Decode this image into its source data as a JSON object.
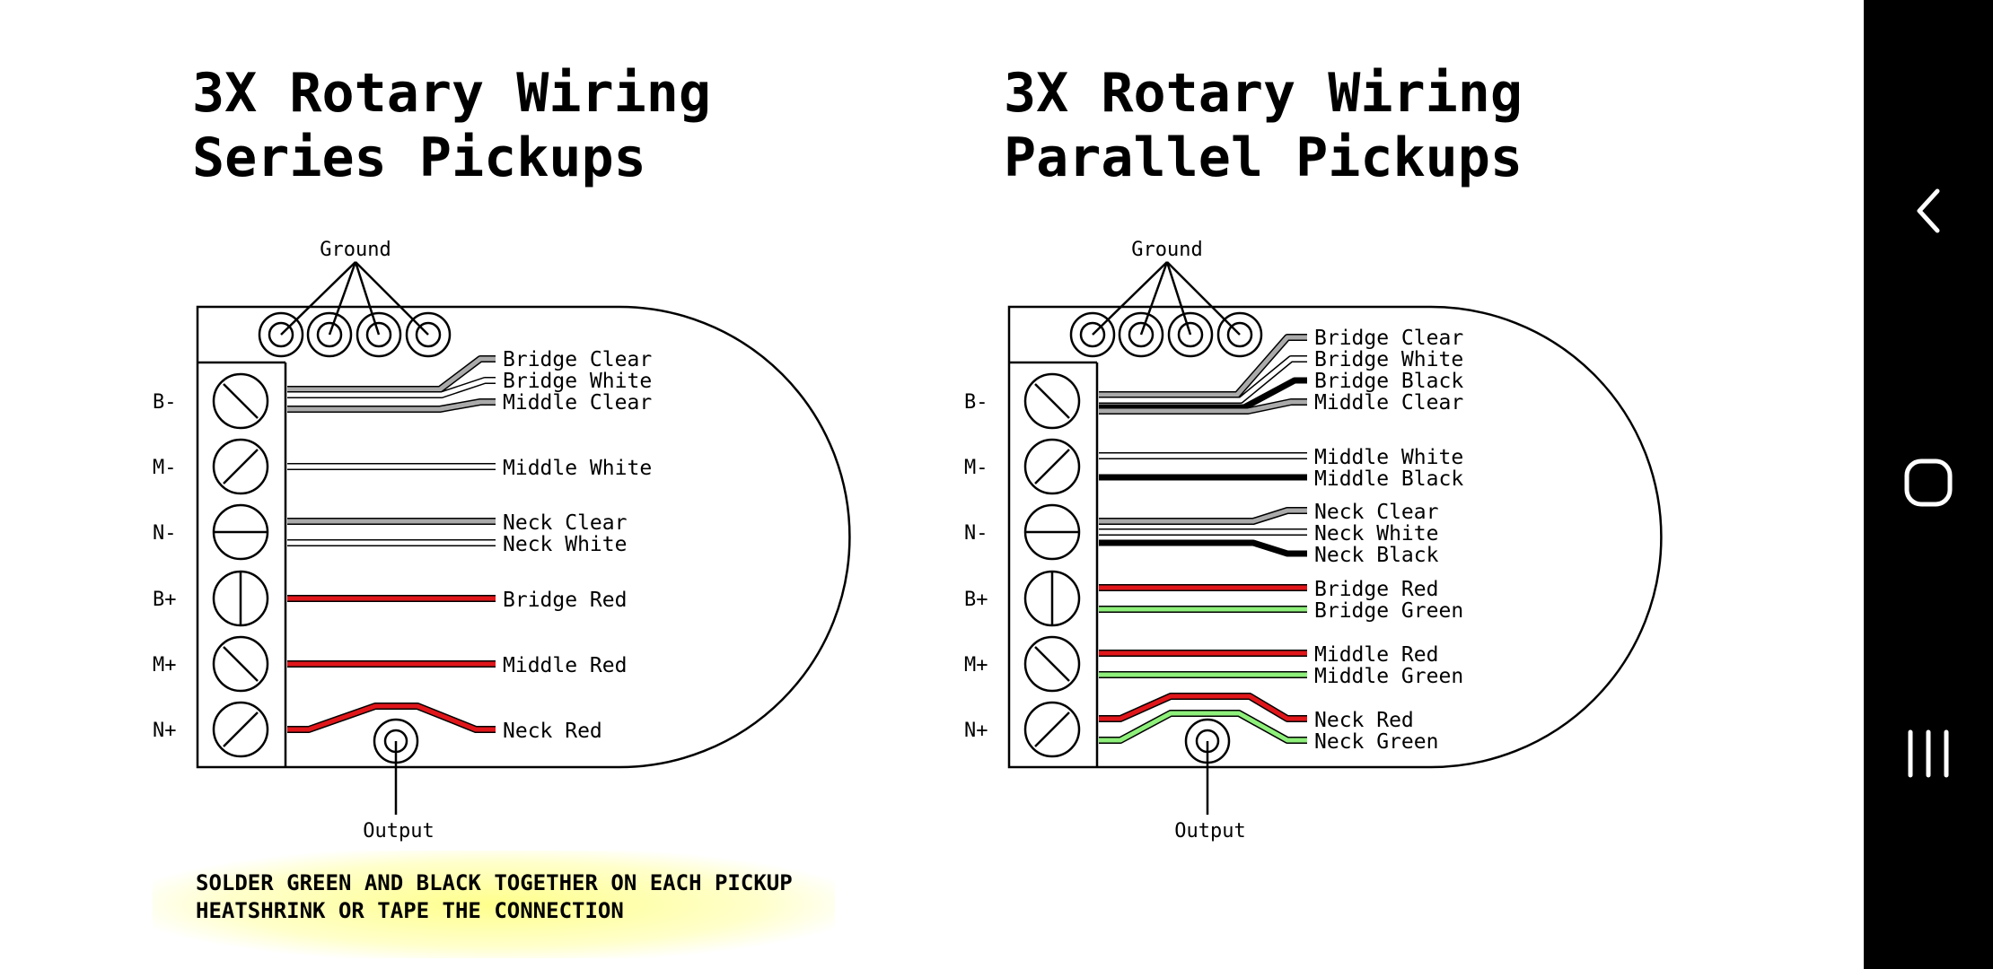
{
  "left": {
    "title_line1": "3X Rotary Wiring",
    "title_line2": "Series Pickups",
    "ground_label": "Ground",
    "output_label": "Output",
    "terminals": [
      "B-",
      "M-",
      "N-",
      "B+",
      "M+",
      "N+"
    ],
    "wires": [
      {
        "label": "Bridge Clear",
        "color": "#aaaaaa"
      },
      {
        "label": "Bridge White",
        "color": "#ffffff"
      },
      {
        "label": "Middle Clear",
        "color": "#aaaaaa"
      },
      {
        "label": "Middle White",
        "color": "#ffffff"
      },
      {
        "label": "Neck Clear",
        "color": "#aaaaaa"
      },
      {
        "label": "Neck White",
        "color": "#ffffff"
      },
      {
        "label": "Bridge Red",
        "color": "#e0161a"
      },
      {
        "label": "Middle Red",
        "color": "#e0161a"
      },
      {
        "label": "Neck Red",
        "color": "#e0161a"
      }
    ]
  },
  "right": {
    "title_line1": "3X Rotary Wiring",
    "title_line2": "Parallel Pickups",
    "ground_label": "Ground",
    "output_label": "Output",
    "terminals": [
      "B-",
      "M-",
      "N-",
      "B+",
      "M+",
      "N+"
    ],
    "wires": [
      {
        "label": "Bridge Clear",
        "color": "#aaaaaa"
      },
      {
        "label": "Bridge White",
        "color": "#ffffff"
      },
      {
        "label": "Bridge Black",
        "color": "#000000"
      },
      {
        "label": "Middle Clear",
        "color": "#aaaaaa"
      },
      {
        "label": "Middle White",
        "color": "#ffffff"
      },
      {
        "label": "Middle Black",
        "color": "#000000"
      },
      {
        "label": "Neck Clear",
        "color": "#aaaaaa"
      },
      {
        "label": "Neck White",
        "color": "#ffffff"
      },
      {
        "label": "Neck Black",
        "color": "#000000"
      },
      {
        "label": "Bridge Red",
        "color": "#e0161a"
      },
      {
        "label": "Bridge Green",
        "color": "#8ef07a"
      },
      {
        "label": "Middle Red",
        "color": "#e0161a"
      },
      {
        "label": "Middle Green",
        "color": "#8ef07a"
      },
      {
        "label": "Neck Red",
        "color": "#e0161a"
      },
      {
        "label": "Neck Green",
        "color": "#8ef07a"
      }
    ]
  },
  "note": {
    "line1": "SOLDER GREEN AND BLACK TOGETHER ON EACH PICKUP",
    "line2": "HEATSHRINK OR TAPE THE CONNECTION",
    "highlight_color": "#ffff80"
  },
  "navbar": {
    "icons": [
      "back-icon",
      "home-icon",
      "recents-icon"
    ]
  }
}
